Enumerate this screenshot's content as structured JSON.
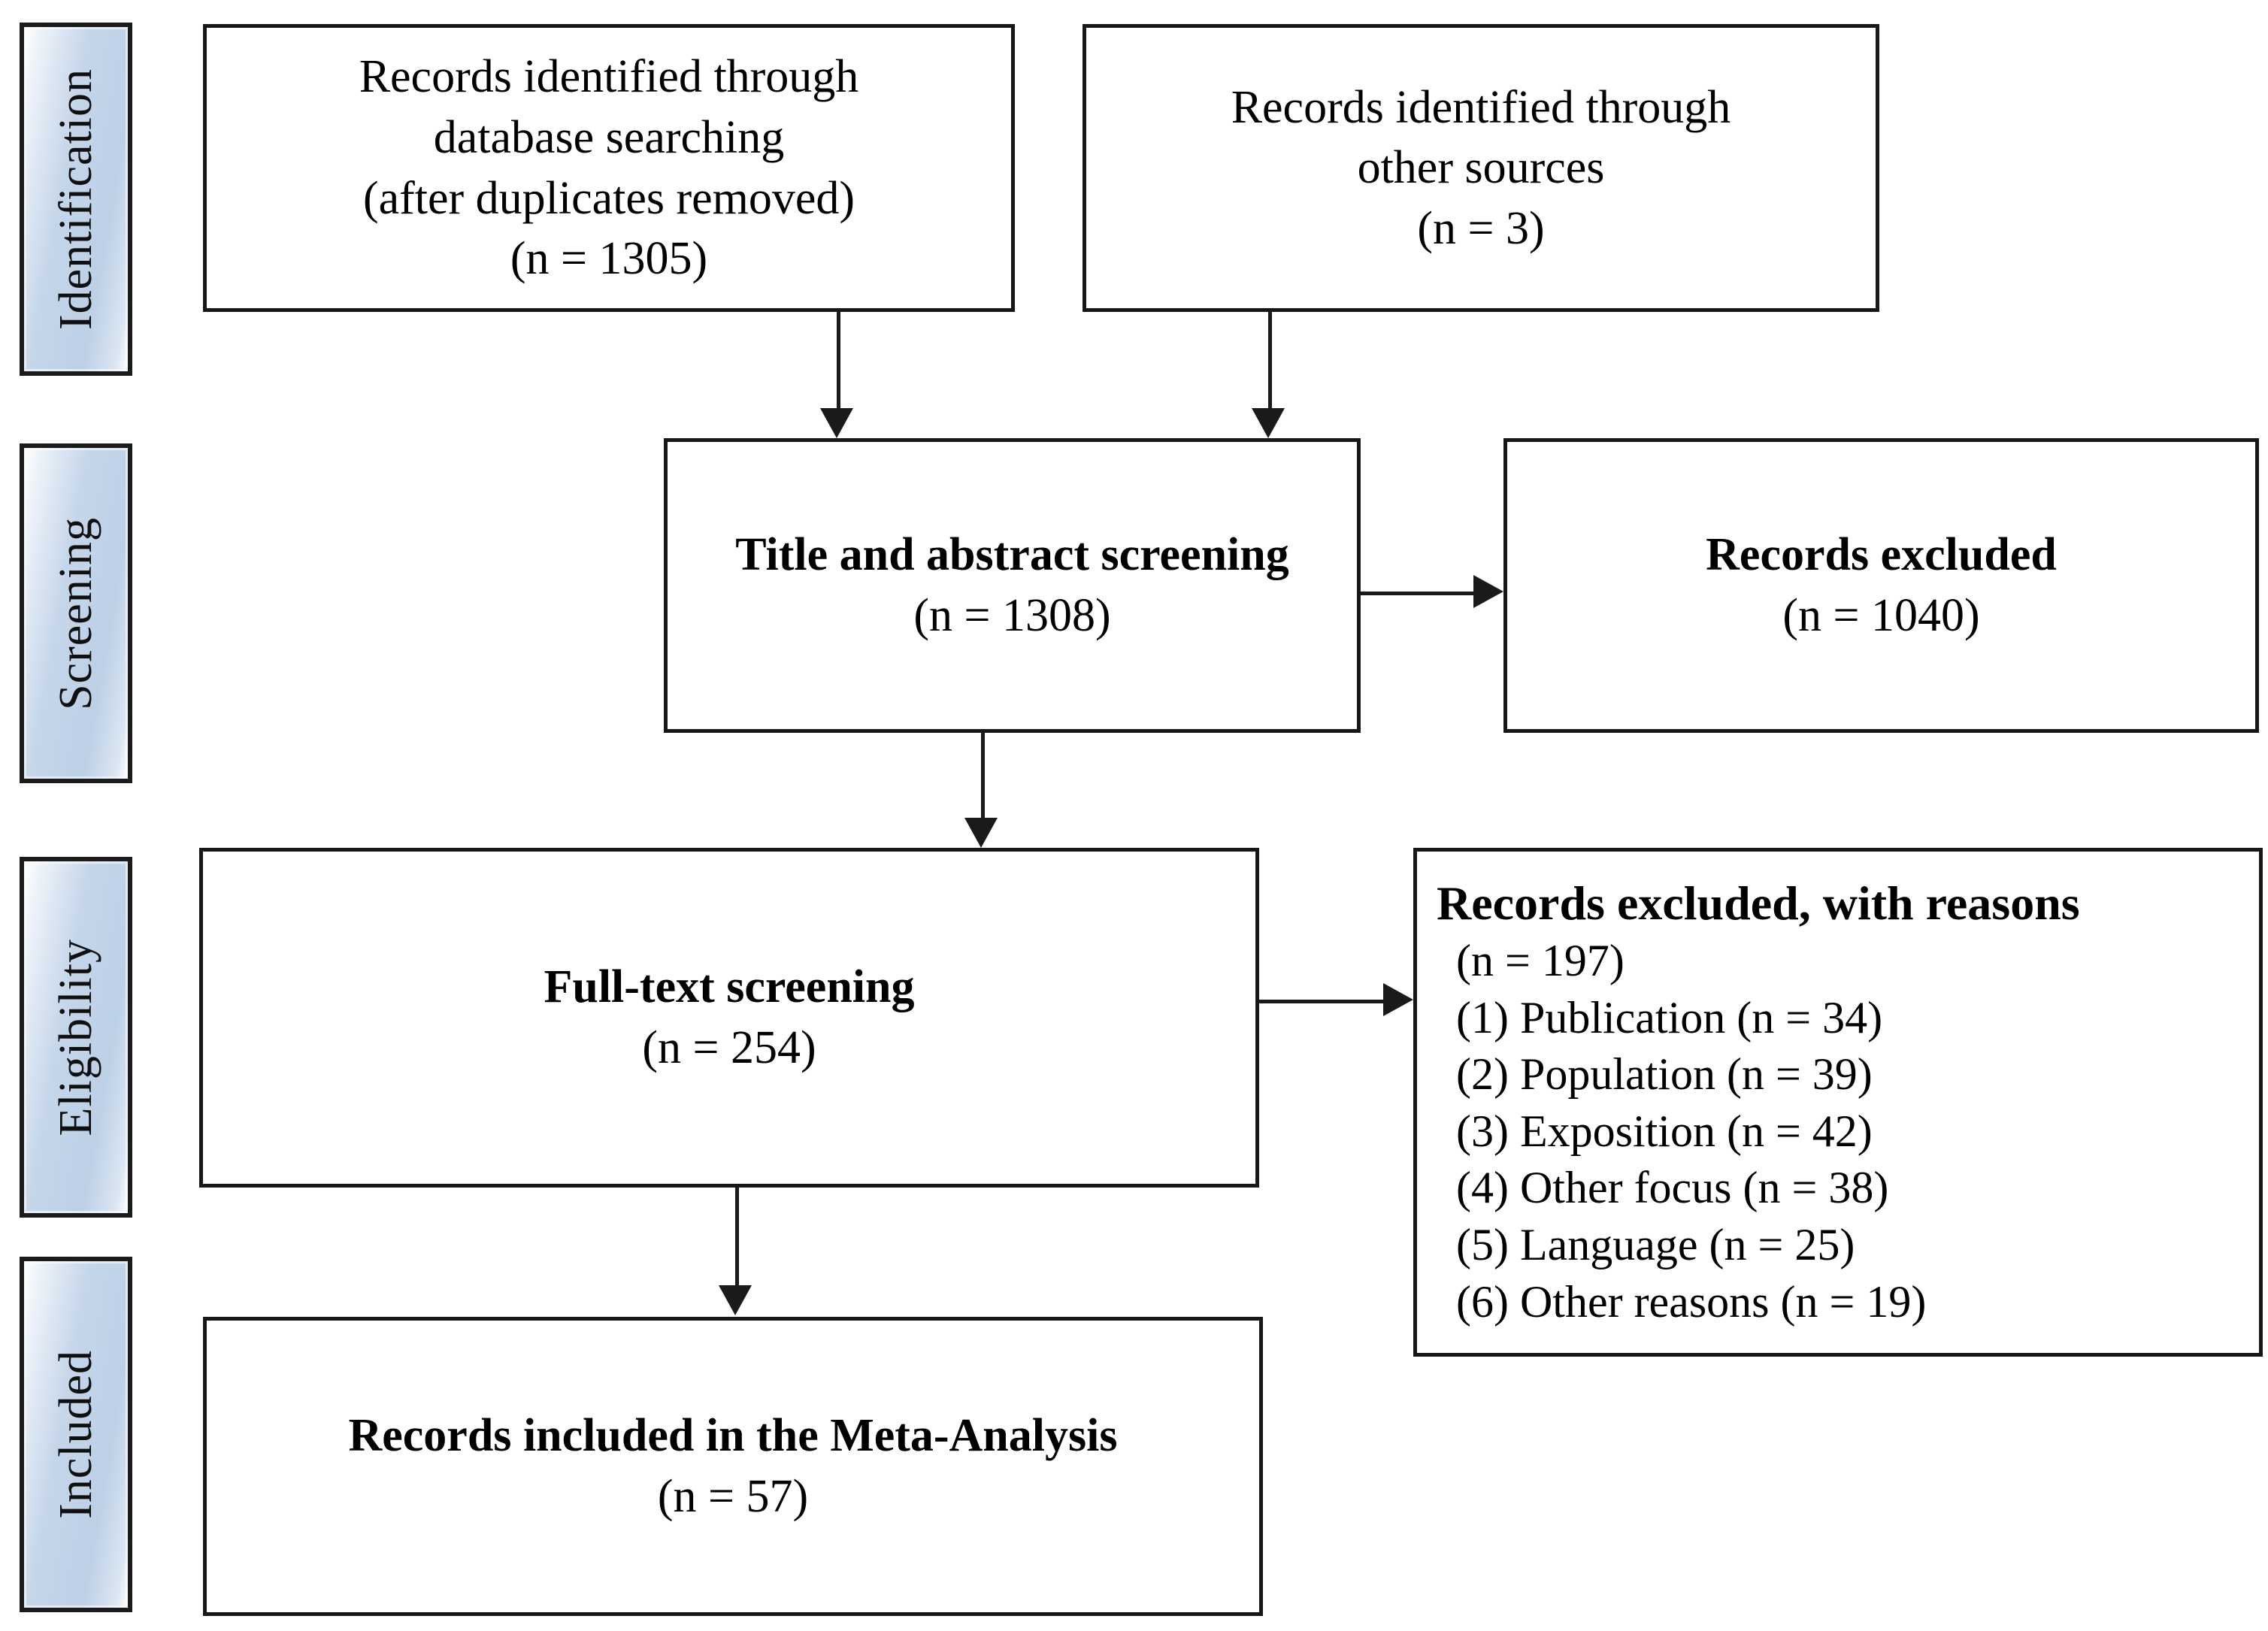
{
  "diagram": {
    "type": "prisma-flow-diagram",
    "title": "PRISMA study selection flow diagram"
  },
  "stages": [
    {
      "id": "identification",
      "label": "Identification"
    },
    {
      "id": "screening",
      "label": "Screening"
    },
    {
      "id": "eligibility",
      "label": "Eligibility"
    },
    {
      "id": "included",
      "label": "Included"
    }
  ],
  "nodes": {
    "db_search": {
      "lines": [
        "Records identified through",
        "database searching",
        "(after duplicates removed)",
        "(n = 1305)"
      ],
      "count": 1305
    },
    "other_sources": {
      "lines": [
        "Records identified through",
        "other sources",
        "(n = 3)"
      ],
      "count": 3
    },
    "title_abstract_screening": {
      "heading": "Title and abstract screening",
      "count_line": "(n = 1308)",
      "count": 1308
    },
    "records_excluded": {
      "heading": "Records excluded",
      "count_line": "(n = 1040)",
      "count": 1040
    },
    "full_text_screening": {
      "heading": "Full-text screening",
      "count_line": "(n = 254)",
      "count": 254
    },
    "records_excluded_reasons": {
      "heading": "Records excluded, with reasons",
      "count_line": "(n = 197)",
      "count": 197,
      "reasons": [
        "(1) Publication (n = 34)",
        "(2) Population (n = 39)",
        "(3) Exposition (n = 42)",
        "(4) Other focus (n = 38)",
        "(5) Language  (n = 25)",
        "(6) Other reasons (n = 19)"
      ]
    },
    "records_included": {
      "heading": "Records included  in the Meta-Analysis",
      "count_line": "(n = 57)",
      "count": 57
    }
  },
  "colors": {
    "tab_fill_light": "#eef3f9",
    "tab_fill_mid": "#bcd0e6",
    "border": "#171717",
    "text": "#000000",
    "page_background": "#ffffff"
  }
}
